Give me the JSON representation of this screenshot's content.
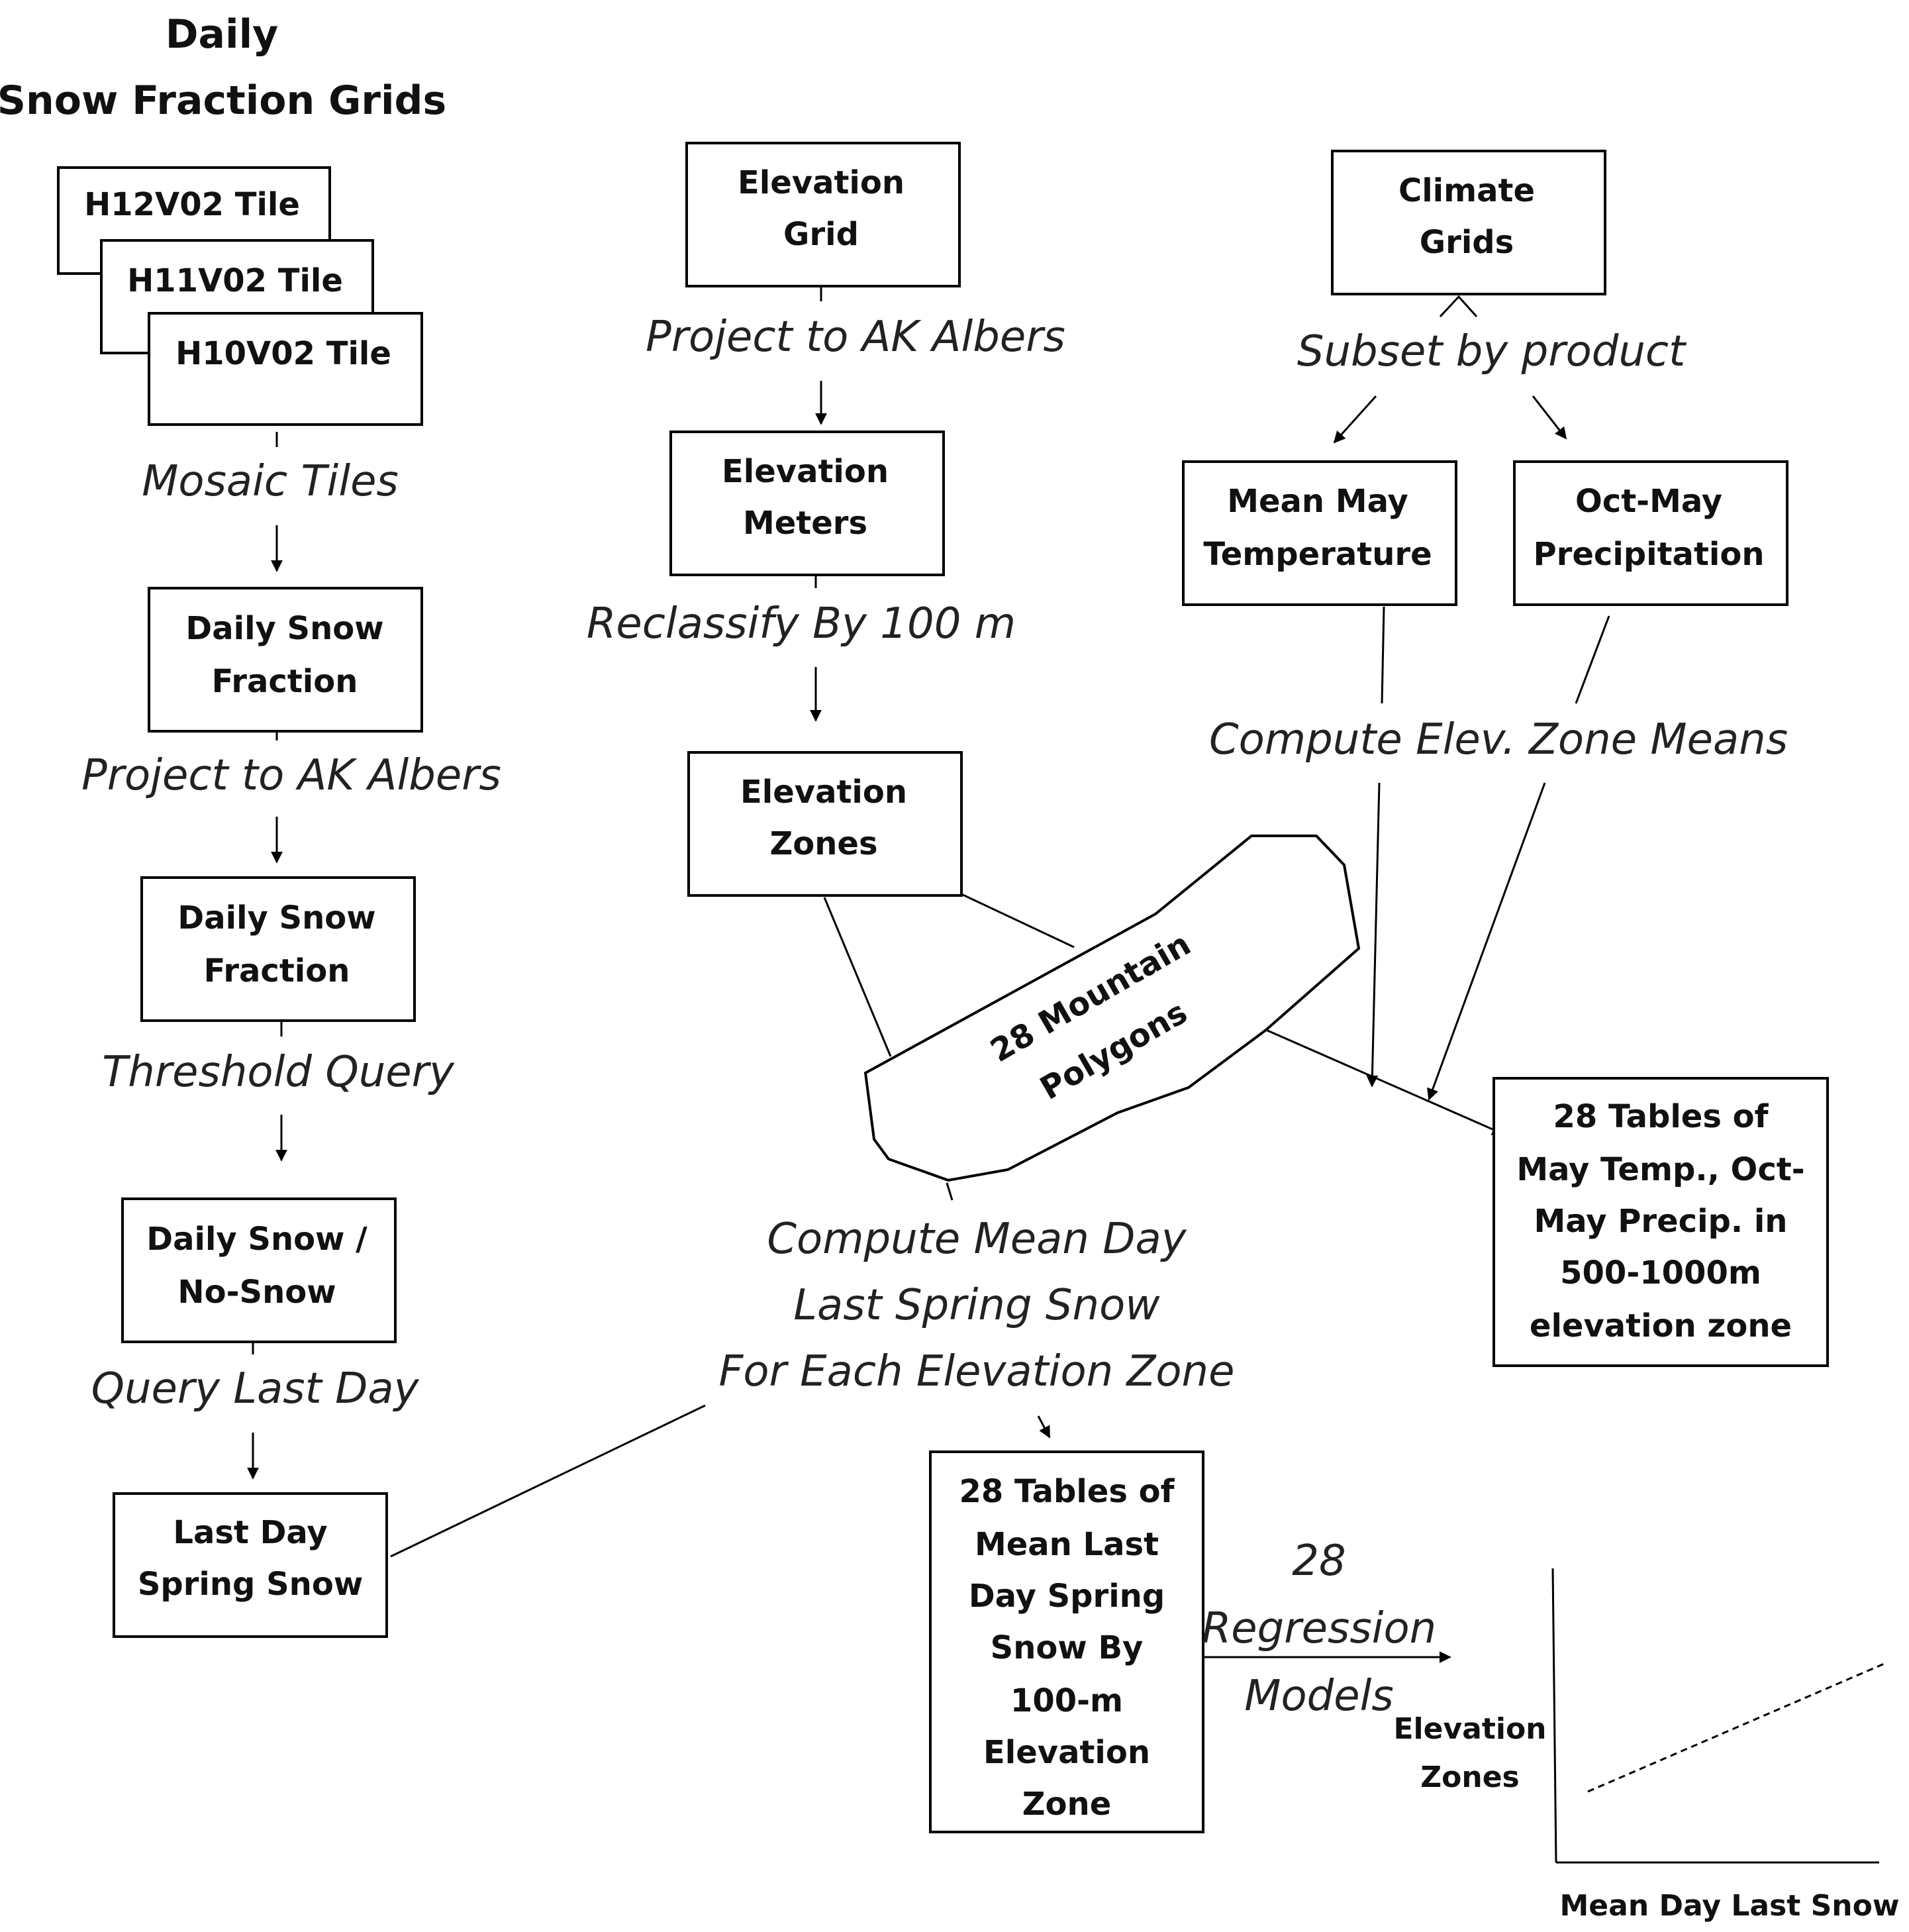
{
  "title": [
    "Daily",
    "Snow Fraction Grids"
  ],
  "tiles": {
    "h12": "H12V02 Tile",
    "h11": "H11V02 Tile",
    "h10": "H10V02 Tile"
  },
  "left_column": {
    "mosaic": "Mosaic Tiles",
    "daily_snow_fraction_1": [
      "Daily Snow",
      "Fraction"
    ],
    "project": "Project to AK Albers",
    "daily_snow_fraction_2": [
      "Daily Snow",
      "Fraction"
    ],
    "threshold": "Threshold Query",
    "daily_snow_nosnow": [
      "Daily Snow /",
      "No-Snow"
    ],
    "query_last_day": "Query Last Day",
    "last_day_spring_snow": [
      "Last Day",
      "Spring Snow"
    ]
  },
  "middle_column": {
    "elevation_grid": [
      "Elevation",
      "Grid"
    ],
    "project": "Project to AK Albers",
    "elevation_meters": [
      "Elevation",
      "Meters"
    ],
    "reclassify": "Reclassify By 100 m",
    "elevation_zones": [
      "Elevation",
      "Zones"
    ],
    "polygons": [
      "28 Mountain",
      "Polygons"
    ],
    "compute_mean_day": [
      "Compute Mean Day",
      "Last Spring Snow",
      "For Each Elevation Zone"
    ],
    "tables_mean_last_day": [
      "28 Tables of",
      "Mean Last",
      "Day Spring",
      "Snow By",
      "100-m",
      "Elevation",
      "Zone"
    ]
  },
  "right_column": {
    "climate_grids": [
      "Climate",
      "Grids"
    ],
    "subset": "Subset by product",
    "mean_may_temp": [
      "Mean May",
      "Temperature"
    ],
    "oct_may_precip": [
      "Oct-May",
      "Precipitation"
    ],
    "compute_zone_means": "Compute Elev. Zone Means",
    "tables_climate": [
      "28 Tables of",
      "May Temp., Oct-",
      "May Precip. in",
      "500-1000m",
      "elevation zone"
    ]
  },
  "regression": {
    "label": [
      "28",
      "Regression",
      "Models"
    ],
    "y_axis_label": [
      "Elevation",
      "Zones"
    ],
    "x_axis_label": "Mean Day Last Snow"
  }
}
